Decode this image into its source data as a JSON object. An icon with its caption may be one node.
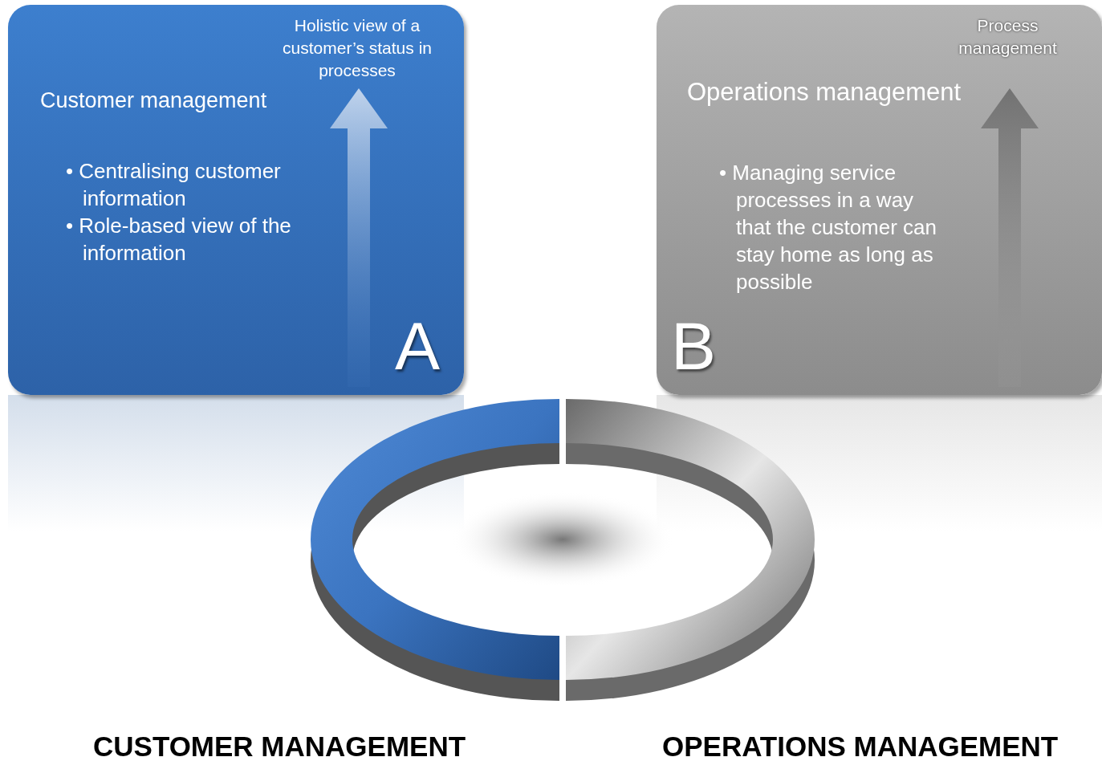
{
  "diagram": {
    "nodes": [
      {
        "text": [
          "Holistic view of a customer’s status in processes",
          "Customer management",
          "• Centralising customer information",
          "• Role-based view of the information",
          "A"
        ]
      },
      {
        "text": [
          "Process management",
          "Operations management",
          "• Managing service processes in a way that the customer can stay home as long as possible",
          "B"
        ]
      }
    ],
    "labels": [
      "CUSTOMER MANAGEMENT",
      "OPERATIONS MANAGEMENT"
    ]
  }
}
